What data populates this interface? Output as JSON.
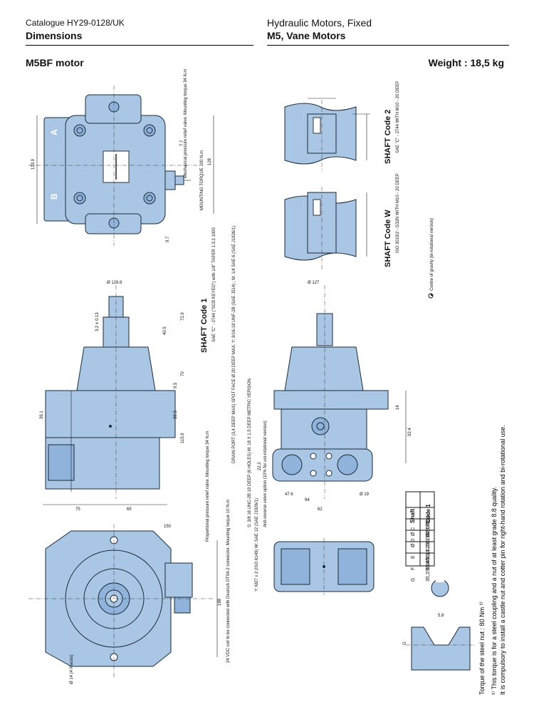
{
  "header": {
    "catalogue": "Catalogue HY29-0128/UK",
    "section": "Dimensions",
    "product_line": "Hydraulic Motors, Fixed",
    "product_name": "M5, Vane Motors"
  },
  "title": "M5BF motor",
  "weight": "Weight : 18,5 kg",
  "colors": {
    "body": "#a9c6e4",
    "body_dark": "#7ea7d0",
    "line": "#1a2a3a"
  },
  "labels": {
    "shaft_code_1": "SHAFT Code 1",
    "shaft_code_1_spec": "SAE \"C\" - 2744 (\"SCB KEYED\") with 1/8\" TAPER 1:3.2 1000",
    "shaft_code_2": "SHAFT Code 2",
    "shaft_code_2_spec": "SAE \"C\" - 2744 WITH M10 - 20 DEEP",
    "shaft_code_w": "SHAFT Code W",
    "shaft_code_w_spec": "ISO 3019/2 - G32N WITH M10 - 20 DEEP",
    "centre_of_gravity": "Centre of gravity (bi-rotational version)",
    "mech_pressure_relief": "Mechanical pressure relief valve. Mounting torque 34 N.m",
    "mounting_torque": "MOUNTING TORQUE 100 N.m",
    "prop_pressure_relief": "Proportional pressure relief valve. Mounting torque 34 N.m",
    "coil": "24 VDC coil to be connected with Deutsch DT04-2 connector. Mounting torque 10 N.m",
    "drain_port": "DRAIN PORT (3,4 DEEP MAX) SPOT FACE Ø 20 DEEP MAX. Y: 9/16-18 UNF-2B (SAE J514) ; M: 1/4 SAE 6 (SAE J1926/1)",
    "ports": "S: 3/8 16 UNC-2B 19 DEEP (6 HOLES) M: 18 X 1.5 DEEP METRIC VERSION",
    "anti_valve": "Anti-reverse valve option (10% for uni-rotational version)",
    "flange_ports": "Y: M27 x 2 (ISO 6149) W: SAE 12 (SAE J1926/1)",
    "places": "Ø 14 (4 Places)",
    "torque_note": "Torque of the steel nut : 80 Nm ¹⁾",
    "footnote_1": "¹⁾  This torque is for a steel coupling and a nut of at least grade 8.8 quality.",
    "footnote_2": "It is compulsory to install a castle nut and cotter pin for right-hand rotation and bi-rotational use.",
    "port_A": "A",
    "port_B": "B"
  },
  "dimensions": {
    "d1": "133.9",
    "d2": "128",
    "d3": "9.7",
    "d4": "7.7",
    "d5": "Ø 128.8",
    "d6": "72.9",
    "d7": "40.5",
    "d8": "70",
    "d9": "9.5",
    "d10": "39.1",
    "d11": "39.3",
    "d12": "115.9",
    "d13": "75",
    "d14": "65",
    "d15": "3.2 ± 0.13",
    "d16": "Ø 127",
    "d17": "150",
    "d18": "188",
    "d19": "22.2",
    "d20": "47.6",
    "d21": "94",
    "d22": "62",
    "d23": "92.4",
    "d24": "16",
    "d25": "Ø 19"
  },
  "shaft_table": {
    "title": "Shaft",
    "col": "Code 1",
    "rows": [
      {
        "key": "Ø C",
        "val": "52,5/53,5"
      },
      {
        "key": "Ø D",
        "val": "28,70/28,95"
      },
      {
        "key": "E",
        "val": "25,02/25,15"
      },
      {
        "key": "F",
        "val": "6,36/6,31"
      },
      {
        "key": "G",
        "val": "35,2/35,45"
      }
    ]
  }
}
